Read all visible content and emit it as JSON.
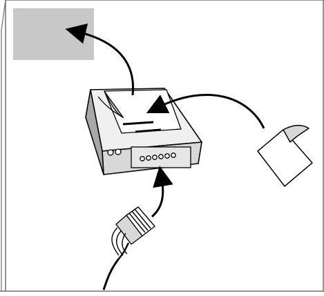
{
  "figure": {
    "kind": "installation-illustration",
    "steps": [
      {
        "action": "peel-backing",
        "direction": "up-left",
        "target": "grey-panel"
      },
      {
        "action": "apply-label",
        "direction": "into-device-top",
        "target": "device-top"
      },
      {
        "action": "connect-cable",
        "direction": "up",
        "target": "device-front-connector"
      }
    ],
    "colors": {
      "line": "#000000",
      "panel_fill": "#c8c8c8",
      "device_top": "#f0f0f0",
      "device_front": "#d8d8d8",
      "device_side": "#a8a8a8",
      "label_fill": "#ffffff",
      "border": "#6e6e6e"
    }
  }
}
